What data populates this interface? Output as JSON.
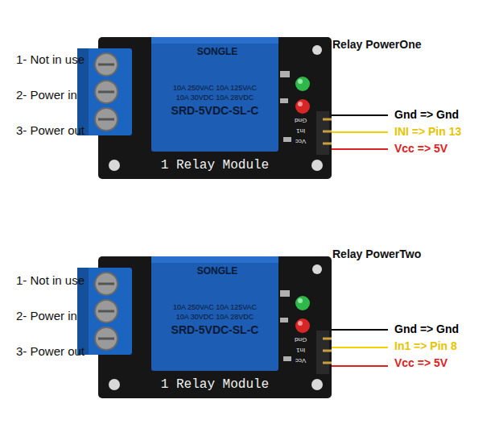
{
  "diagram": {
    "labels": [
      "1- Not in use",
      "2- Power in",
      "3- Power out",
      "Relay PowerOne",
      "Gnd => Gnd",
      "INI => Pin 13",
      "Vcc => 5V",
      "SONGLE",
      "10A 250VAC 10A 125VAC",
      "10A 30VDC 10A 28VDC",
      "SRD-5VDC-SL-C",
      "1 Relay Module",
      "Gnd",
      "In1",
      "Vcc",
      "1- Not in use",
      "2- Power in",
      "3- Power out",
      "Relay PowerTwo",
      "Gnd => Gnd",
      "In1 => Pin 8",
      "Vcc => 5V",
      "SONGLE",
      "10A 250VAC 10A 125VAC",
      "10A 30VDC 10A 28VDC",
      "SRD-5VDC-SL-C",
      "1 Relay Module",
      "Gnd",
      "In1",
      "Vcc"
    ]
  }
}
